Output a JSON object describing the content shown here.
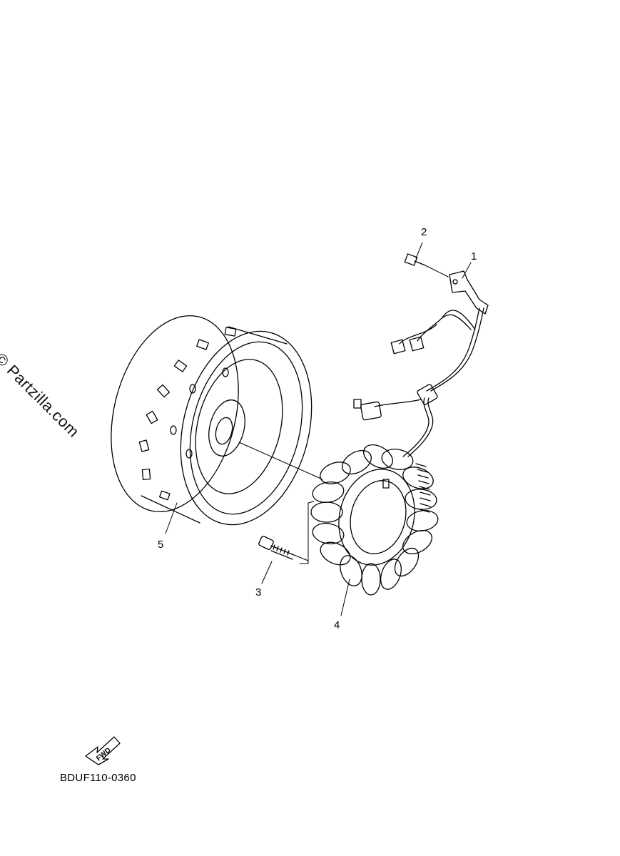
{
  "watermark": "© Partzilla.com",
  "diagram_code": "BDUF110-0360",
  "fwd_label": "FWD",
  "callouts": {
    "c1": "1",
    "c2": "2",
    "c3": "3",
    "c4": "4",
    "c5": "5"
  }
}
